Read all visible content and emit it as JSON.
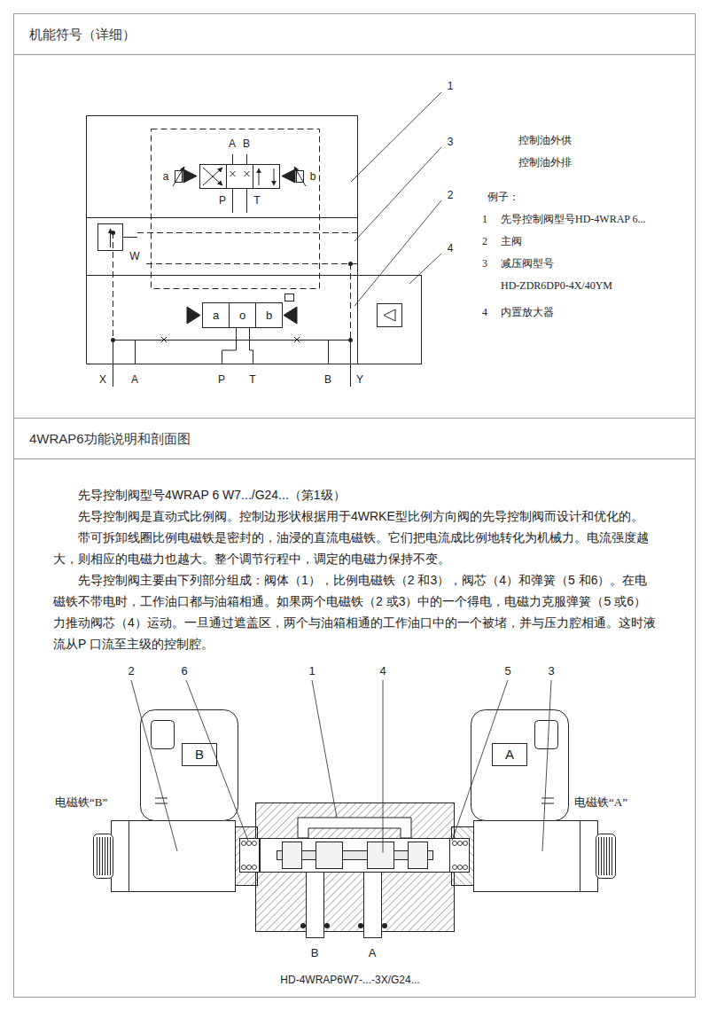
{
  "diagram": {
    "caption": "HD-4WRAP6W7-...-3X/G24...",
    "nodes": [
      {
        "text": [
          "机能符号（详细）"
        ]
      },
      {
        "text": [
          "a"
        ]
      },
      {
        "text": [
          "o"
        ]
      },
      {
        "text": [
          "b"
        ]
      },
      {
        "text": [
          "4WRAP6功能说明和剖面图"
        ]
      },
      {
        "text": [
          "B"
        ]
      },
      {
        "text": [
          "A"
        ]
      }
    ],
    "labels": [
      "1",
      "3",
      "2",
      "4",
      "A",
      "B",
      "a",
      "b",
      "P",
      "T",
      "W",
      "X",
      "A",
      "P",
      "T",
      "B",
      "Y",
      "控制油外供",
      "控制油外排",
      "例子：",
      "1",
      "先导控制阀型号HD-4WRAP 6...",
      "2",
      "主阀",
      "3",
      "减压阀型号",
      "HD-ZDR6DP0-4X/40YM",
      "4",
      "内置放大器",
      "先导控制阀型号4WRAP 6 W7.../G24...（第1级）",
      "先导控制阀是直动式比例阀。控制边形状根据用于4WRKE型比例方向阀的先导控制阀而设计和优化的。",
      "带可拆卸线圈比例电磁铁是密封的，油浸的直流电磁铁。它们把电流成比例地转化为机械力。电流强度越大，则相应的电磁力也越大。整个调节行程中，调定的电磁力保持不变。",
      "先导控制阀主要由下列部分组成：阀体（1），比例电磁铁（2 和3），阀芯（4）和弹簧（5 和6）。在电磁铁不带电时，工作油口都与油箱相通。如果两个电磁铁（2 或3）中的一个得电，电磁力克服弹簧（5 或6）力推动阀芯（4）运动。一旦通过遮盖区，两个与油箱相通的工作油口中的一个被堵，并与压力腔相通。这时液流从P 口流至主级的控制腔。",
      "2",
      "6",
      "1",
      "4",
      "5",
      "3",
      "电磁铁“B”",
      "电磁铁“A”",
      "B",
      "A"
    ]
  }
}
